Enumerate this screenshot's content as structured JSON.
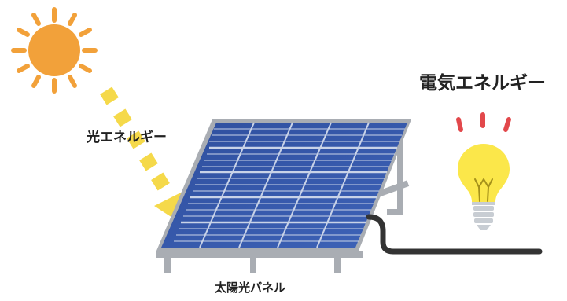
{
  "labels": {
    "light_energy": "光エネルギー",
    "electric_energy": "電気エネルギー",
    "solar_panel": "太陽光パネル"
  },
  "icons": {
    "sun": "sun-icon",
    "light_arrow": "dashed-arrow-icon",
    "panel": "solar-panel-icon",
    "bulb": "light-bulb-icon",
    "cable": "cable-line"
  },
  "colors": {
    "sun": "#f2a13a",
    "sun_rays": "#f2a13a",
    "light_arrow": "#f5d94a",
    "panel_cell": "#2f4f9e",
    "panel_grid": "#c9d3e8",
    "panel_frame": "#a9adb3",
    "bulb": "#fbe74a",
    "bulb_base": "#c8cdd3",
    "bulb_glow": "#e2484b",
    "cable": "#333333"
  }
}
